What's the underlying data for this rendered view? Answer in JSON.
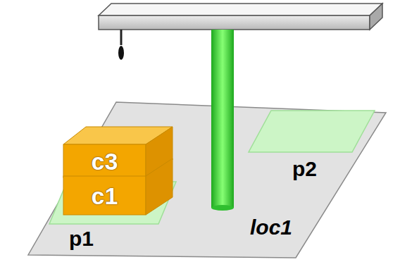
{
  "diagram": {
    "nodes": [
      {
        "text": [
          "loc1"
        ]
      },
      {
        "text": [
          "p1"
        ],
        "in": 0
      },
      {
        "text": [
          "p2"
        ],
        "in": 0
      },
      {
        "text": [
          "c3"
        ],
        "in": 1
      },
      {
        "text": [
          "c1"
        ],
        "in": 1
      }
    ]
  }
}
